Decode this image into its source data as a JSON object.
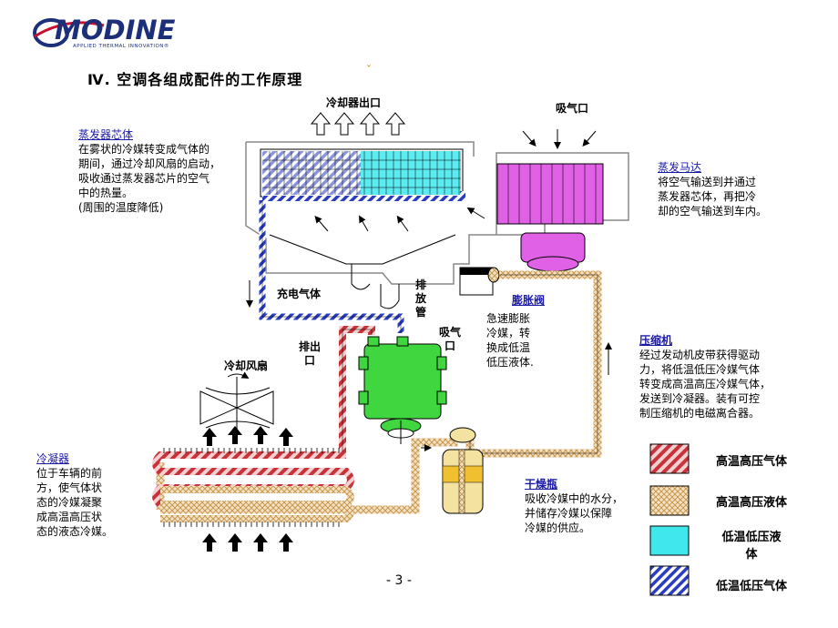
{
  "logo": {
    "name": "MODINE",
    "tagline": "APPLIED THERMAL INNOVATION®"
  },
  "title": "Ⅳ. 空调各组成配件的工作原理",
  "corner_mark": "ˇ",
  "labels": {
    "cooler_outlet": "冷却器出口",
    "air_intake": "吸气口",
    "charge_gas": "充电气体",
    "drain_pipe": [
      "排",
      "放",
      "管"
    ],
    "suction_port": [
      "吸气",
      "口"
    ],
    "discharge_port": [
      "排出",
      "口"
    ],
    "cooling_fan": "冷却风扇"
  },
  "callouts": {
    "evaporator_core": {
      "title": "蒸发器芯体",
      "lines": [
        "在雾状的冷媒转变成气体的",
        "期间，通过冷却风扇的启动，",
        "吸收通过蒸发器芯片的空气",
        "中的热量。",
        "(周围的温度降低)"
      ]
    },
    "blower_motor": {
      "title": "蒸发马达",
      "lines": [
        "将空气输送到并通过",
        "蒸发器芯体，再把冷",
        "却的空气输送到车内。"
      ]
    },
    "expansion_valve": {
      "title": "膨胀阀",
      "lines": [
        "急速膨胀",
        "冷媒，转",
        "换成低温",
        "低压液体."
      ]
    },
    "compressor": {
      "title": "压缩机",
      "lines": [
        "经过发动机皮带获得驱动",
        "力，将低温低压冷媒气体",
        "转变成高温高压冷媒气体，",
        "发送到冷凝器。装有可控",
        "制压缩机的电磁离合器。"
      ]
    },
    "condenser": {
      "title": "冷凝器",
      "lines": [
        "位于车辆的前",
        "方，使气体状",
        "态的冷媒凝聚",
        "成高温高压状",
        "态的液态冷媒。"
      ]
    },
    "receiver_drier": {
      "title": "干燥瓶",
      "lines": [
        "吸收冷媒中的水分，",
        "并储存冷媒以保障",
        "冷媒的供应。"
      ]
    }
  },
  "legend": [
    {
      "label": "高温高压气体",
      "pattern": "red-diagonal"
    },
    {
      "label": "高温高压液体",
      "pattern": "tan-crosshatch"
    },
    {
      "label": "低温低压液\n体",
      "pattern": "cyan-solid"
    },
    {
      "label": "低温低压气体",
      "pattern": "blue-diagonal"
    }
  ],
  "page_number": "- 3 -",
  "colors": {
    "hp_gas": "#c8323a",
    "hp_liquid": "#d9a860",
    "lp_liquid": "#40e8ee",
    "lp_gas": "#2a3cc0",
    "blower": "#e060e6",
    "compressor": "#40d640",
    "heading": "#1a1aa8"
  }
}
